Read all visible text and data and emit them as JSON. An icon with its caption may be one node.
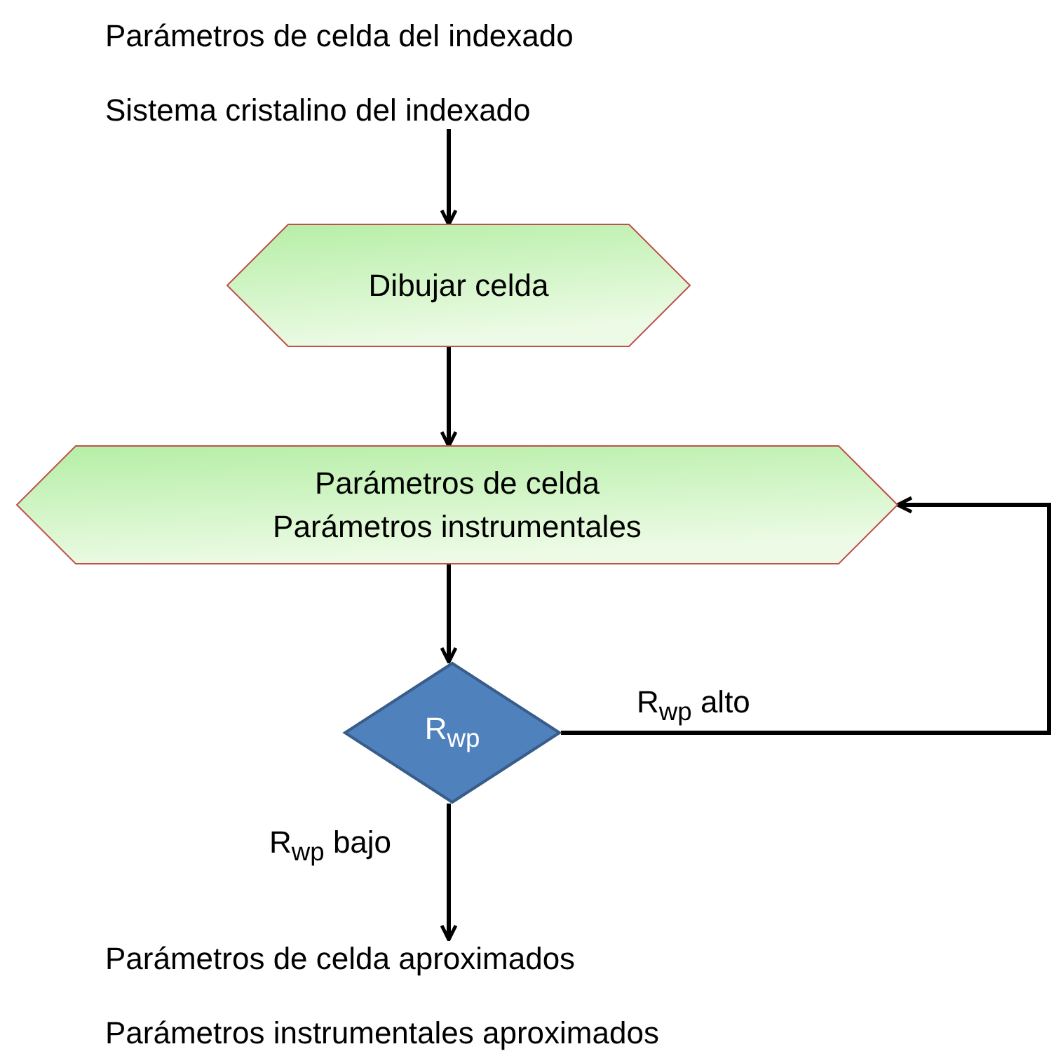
{
  "diagram": {
    "nodes": [
      {
        "text": [
          "Parámetros de celda del indexado",
          "Sistema cristalino del indexado"
        ]
      },
      {
        "text": [
          "Dibujar celda"
        ]
      },
      {
        "text": [
          "Parámetros de celda",
          "Parámetros instrumentales"
        ]
      },
      {
        "text": [
          "R$_{wp}$"
        ]
      },
      {
        "text": [
          "Parámetros de celda aproximados",
          "Parámetros instrumentales aproximados"
        ]
      }
    ],
    "edges": [
      {
        "from": 0,
        "to": 1,
        "arrow": "to"
      },
      {
        "from": 1,
        "to": 2,
        "arrow": "to"
      },
      {
        "from": 2,
        "to": 3,
        "arrow": "to"
      },
      {
        "from": 3,
        "to": 4,
        "arrow": "to",
        "label": "R$_{wp}$ bajo"
      },
      {
        "from": 3,
        "to": 2,
        "arrow": "to",
        "label": "R$_{wp}$ alto"
      }
    ]
  }
}
